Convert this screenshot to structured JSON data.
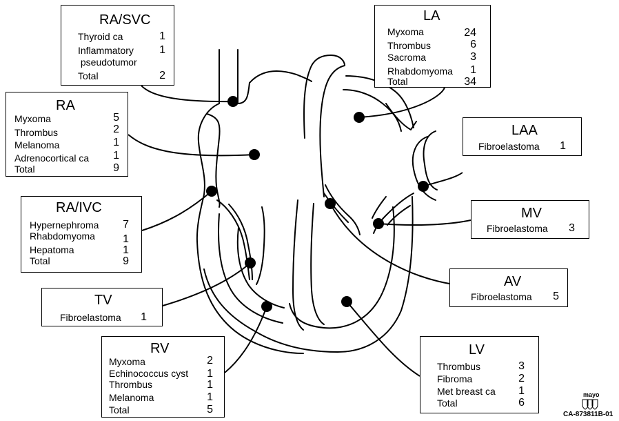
{
  "boxes": {
    "rasvc": {
      "title": "RA/SVC",
      "rows": [
        {
          "label": "Thyroid ca",
          "count": "1"
        },
        {
          "label": "Inflammatory",
          "count": "1"
        },
        {
          "label": " pseudotumor",
          "count": ""
        },
        {
          "label": "Total",
          "count": "2"
        }
      ]
    },
    "ra": {
      "title": "RA",
      "rows": [
        {
          "label": "Myxoma",
          "count": "5"
        },
        {
          "label": "Thrombus",
          "count": "2"
        },
        {
          "label": "Melanoma",
          "count": "1"
        },
        {
          "label": "Adrenocortical ca",
          "count": "1"
        },
        {
          "label": "Total",
          "count": "9"
        }
      ]
    },
    "raivc": {
      "title": "RA/IVC",
      "rows": [
        {
          "label": "Hypernephroma",
          "count": "7"
        },
        {
          "label": "Rhabdomyoma",
          "count": "1"
        },
        {
          "label": "Hepatoma",
          "count": "1"
        },
        {
          "label": "Total",
          "count": "9"
        }
      ]
    },
    "tv": {
      "title": "TV",
      "rows": [
        {
          "label": "Fibroelastoma",
          "count": "1"
        }
      ]
    },
    "rv": {
      "title": "RV",
      "rows": [
        {
          "label": "Myxoma",
          "count": "2"
        },
        {
          "label": "Echinococcus cyst",
          "count": "1"
        },
        {
          "label": "Thrombus",
          "count": "1"
        },
        {
          "label": "Melanoma",
          "count": "1"
        },
        {
          "label": "Total",
          "count": "5"
        }
      ]
    },
    "la": {
      "title": "LA",
      "rows": [
        {
          "label": "Myxoma",
          "count": "24"
        },
        {
          "label": "Thrombus",
          "count": "6"
        },
        {
          "label": "Sacroma",
          "count": "3"
        },
        {
          "label": "Rhabdomyoma",
          "count": "1"
        },
        {
          "label": "Total",
          "count": "34"
        }
      ]
    },
    "laa": {
      "title": "LAA",
      "rows": [
        {
          "label": "Fibroelastoma",
          "count": "1"
        }
      ]
    },
    "mv": {
      "title": "MV",
      "rows": [
        {
          "label": "Fibroelastoma",
          "count": "3"
        }
      ]
    },
    "av": {
      "title": "AV",
      "rows": [
        {
          "label": "Fibroelastoma",
          "count": "5"
        }
      ]
    },
    "lv": {
      "title": "LV",
      "rows": [
        {
          "label": "Thrombus",
          "count": "3"
        },
        {
          "label": "Fibroma",
          "count": "2"
        },
        {
          "label": "Met breast ca",
          "count": "1"
        },
        {
          "label": "Total",
          "count": "6"
        }
      ]
    }
  },
  "logo_text": "mayo",
  "figure_code": "CA-873811B-01"
}
